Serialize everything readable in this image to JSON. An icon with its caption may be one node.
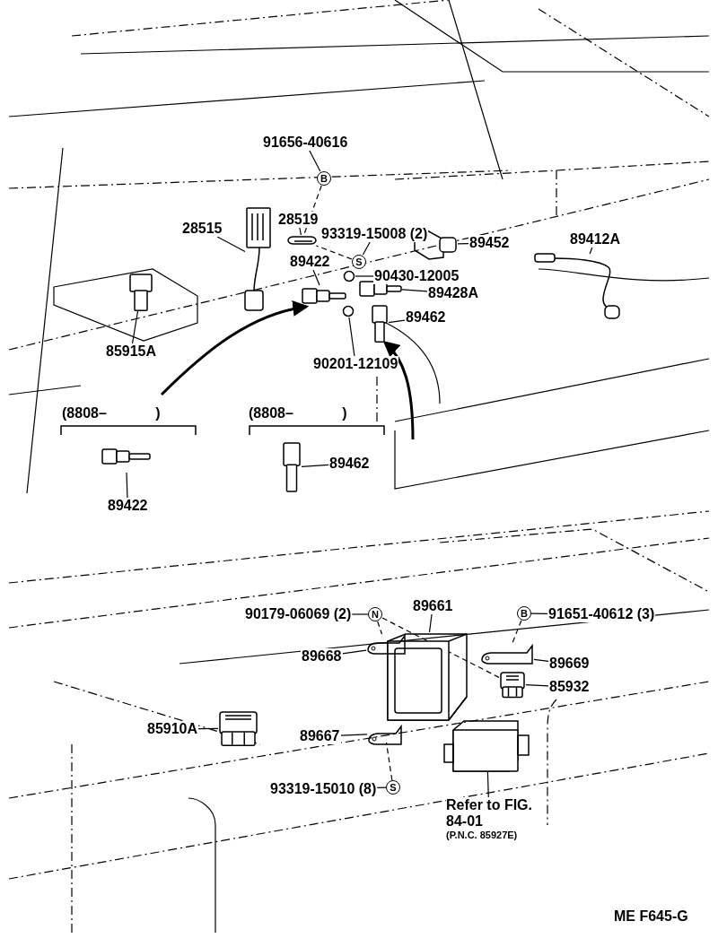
{
  "diagram": {
    "nodes": [
      {
        "text": [
          "91656-40616"
        ]
      },
      {
        "text": [
          "B"
        ]
      },
      {
        "text": [
          "28519"
        ]
      },
      {
        "text": [],
        "shape": "picture"
      },
      {
        "text": [
          "28515"
        ]
      },
      {
        "text": [],
        "shape": "picture"
      },
      {
        "text": [
          "93319-15008 (2)"
        ]
      },
      {
        "text": [
          "S"
        ]
      },
      {
        "text": [
          "89452"
        ]
      },
      {
        "text": [],
        "shape": "picture"
      },
      {
        "text": [
          "89412A"
        ]
      },
      {
        "text": [],
        "shape": "picture"
      },
      {
        "text": [
          "89422"
        ]
      },
      {
        "text": [],
        "shape": "picture"
      },
      {
        "text": [
          "90430-12005"
        ]
      },
      {
        "text": [],
        "shape": "circle"
      },
      {
        "text": [
          "89428A"
        ]
      },
      {
        "text": [],
        "shape": "picture"
      },
      {
        "text": [
          "89462"
        ]
      },
      {
        "text": [],
        "shape": "picture"
      },
      {
        "text": [],
        "shape": "circle"
      },
      {
        "text": [
          "90201-12109"
        ]
      },
      {
        "text": [],
        "shape": "picture"
      },
      {
        "text": [
          "85915A"
        ]
      },
      {
        "text": [],
        "shape": "picture"
      },
      {
        "text": [
          "89422"
        ]
      },
      {
        "text": [],
        "shape": "picture"
      },
      {
        "text": [
          "89462"
        ]
      },
      {
        "text": [
          "90179-06069 (2)"
        ]
      },
      {
        "text": [
          "N"
        ]
      },
      {
        "text": [
          "89661"
        ]
      },
      {
        "text": [],
        "shape": "picture"
      },
      {
        "text": [
          "B"
        ]
      },
      {
        "text": [
          "91651-40612 (3)"
        ]
      },
      {
        "text": [
          "89668"
        ]
      },
      {
        "text": [],
        "shape": "picture"
      },
      {
        "text": [
          "89669"
        ]
      },
      {
        "text": [],
        "shape": "picture"
      },
      {
        "text": [
          "85932"
        ]
      },
      {
        "text": [],
        "shape": "picture"
      },
      {
        "text": [
          "85910A"
        ]
      },
      {
        "text": [],
        "shape": "picture"
      },
      {
        "text": [
          "89667"
        ]
      },
      {
        "text": [],
        "shape": "picture"
      },
      {
        "text": [
          "93319-15010 (8)"
        ]
      },
      {
        "text": [
          "S"
        ]
      },
      {
        "text": [
          "Refer to FIG. 84-01",
          "(P.N.C. 85927E)"
        ]
      },
      {
        "text": [],
        "shape": "picture"
      }
    ],
    "edges": [
      {
        "from": 0,
        "to": 1,
        "arrow": "none"
      },
      {
        "from": 1,
        "to": 3,
        "arrow": "none",
        "style": "dashed"
      },
      {
        "from": 2,
        "to": 3,
        "arrow": "none"
      },
      {
        "from": 4,
        "to": 5,
        "arrow": "none"
      },
      {
        "from": 6,
        "to": 7,
        "arrow": "none"
      },
      {
        "from": 7,
        "to": 3,
        "arrow": "none",
        "style": "dashed"
      },
      {
        "from": 8,
        "to": 9,
        "arrow": "none"
      },
      {
        "from": 10,
        "to": 11,
        "arrow": "none"
      },
      {
        "from": 12,
        "to": 13,
        "arrow": "none"
      },
      {
        "from": 14,
        "to": 15,
        "arrow": "none"
      },
      {
        "from": 16,
        "to": 17,
        "arrow": "none"
      },
      {
        "from": 18,
        "to": 19,
        "arrow": "none"
      },
      {
        "from": 21,
        "to": 20,
        "arrow": "none"
      },
      {
        "from": 23,
        "to": 22,
        "arrow": "none"
      },
      {
        "from": 25,
        "to": 24,
        "arrow": "none"
      },
      {
        "from": 27,
        "to": 26,
        "arrow": "none"
      },
      {
        "from": null,
        "to": 13,
        "arrow": "to",
        "style": "thick"
      },
      {
        "from": null,
        "to": 19,
        "arrow": "to",
        "style": "thick"
      },
      {
        "from": 28,
        "to": 29,
        "arrow": "none"
      },
      {
        "from": 29,
        "to": 35,
        "arrow": "none",
        "style": "dashed"
      },
      {
        "from": 29,
        "to": 39,
        "arrow": "none",
        "style": "dashed"
      },
      {
        "from": 30,
        "to": 31,
        "arrow": "none"
      },
      {
        "from": 33,
        "to": 32,
        "arrow": "none"
      },
      {
        "from": 32,
        "to": 37,
        "arrow": "none",
        "style": "dashed"
      },
      {
        "from": 34,
        "to": 35,
        "arrow": "none"
      },
      {
        "from": 36,
        "to": 37,
        "arrow": "none"
      },
      {
        "from": 38,
        "to": 39,
        "arrow": "none"
      },
      {
        "from": 40,
        "to": 41,
        "arrow": "none"
      },
      {
        "from": 42,
        "to": 43,
        "arrow": "none"
      },
      {
        "from": 44,
        "to": 45,
        "arrow": "none"
      },
      {
        "from": 45,
        "to": 43,
        "arrow": "none",
        "style": "dashed"
      },
      {
        "from": 46,
        "to": 47,
        "arrow": "none"
      }
    ],
    "labels": [
      "(8808– )",
      "(8808– )",
      "ME F645-G"
    ]
  }
}
